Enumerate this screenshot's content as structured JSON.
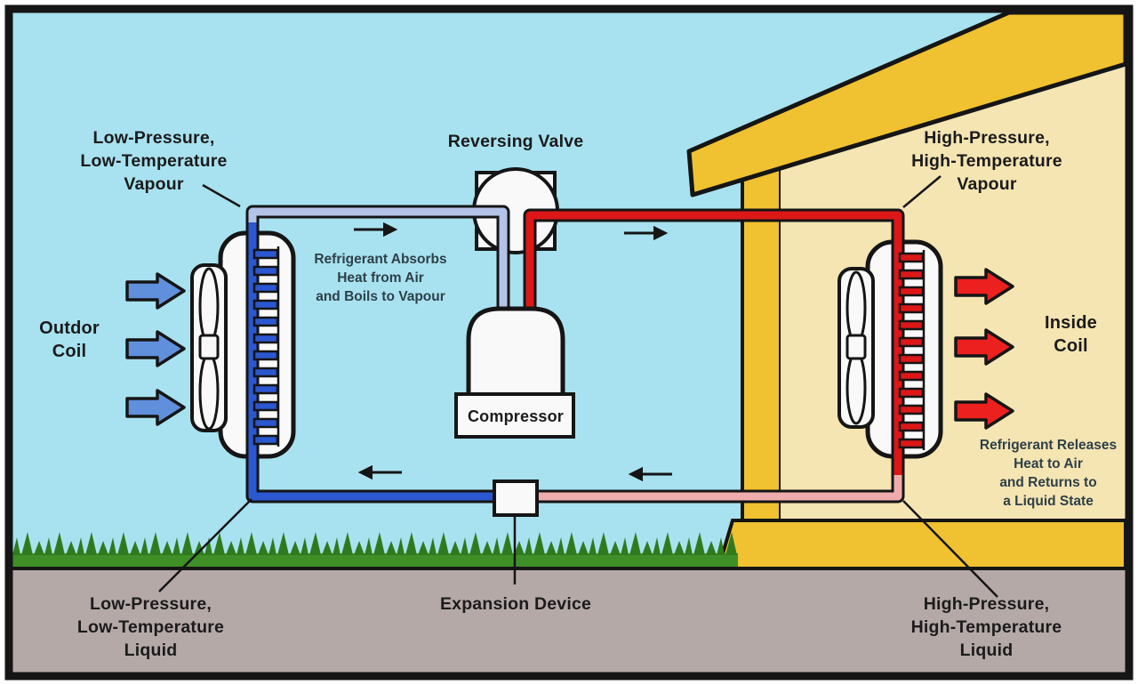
{
  "diagram": {
    "labels": {
      "reversing_valve": "Reversing Valve",
      "compressor": "Compressor",
      "expansion_device": "Expansion Device",
      "outdoor_coil": "Outdor\nCoil",
      "inside_coil": "Inside\nCoil",
      "low_pressure_vapour": "Low-Pressure,\nLow-Temperature\nVapour",
      "high_pressure_vapour": "High-Pressure,\nHigh-Temperature\nVapour",
      "low_pressure_liquid": "Low-Pressure,\nLow-Temperature\nLiquid",
      "high_pressure_liquid": "High-Pressure,\nHigh-Temperature\nLiquid",
      "absorb_note": "Refrigerant Absorbs\nHeat from Air\nand Boils to Vapour",
      "release_note": "Refrigerant Releases\nHeat to Air\nand Returns to\na Liquid State"
    },
    "icons": {
      "cold_air_arrow": "block-arrow-right",
      "hot_air_arrow": "block-arrow-right",
      "flow_arrow": "thin-arrow",
      "fan": "two-blade-fan"
    },
    "colors": {
      "sky": "#a8e2f0",
      "ground": "#b5a9a8",
      "grass": "#3f8f28",
      "grass_dark": "#2f7a1d",
      "house_gold": "#f0c130",
      "house_cream": "#f5e5b2",
      "unit_fill": "#f9f9f9",
      "outline": "#151515",
      "pipe_low_vapour": "#b4c3e8",
      "pipe_low_liquid": "#2b57d0",
      "pipe_high_vapour": "#dc1717",
      "pipe_high_liquid": "#f0acac",
      "cold_arrow": "#6090dc",
      "hot_arrow": "#ed2020",
      "label_text": "#1b1b1b",
      "note_text": "#2e4049"
    }
  }
}
